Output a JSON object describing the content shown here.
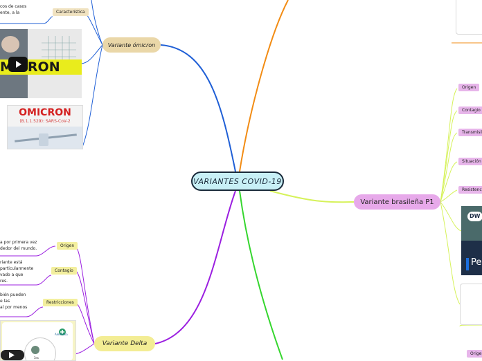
{
  "central": {
    "label": "VARIANTES COVID-19"
  },
  "variants": {
    "omicron": {
      "label": "Variante ómicron",
      "tags": {
        "caracteristica": "Característica"
      },
      "snippet_lines": [
        "cos de casos",
        "ente, a la"
      ],
      "video": {
        "overlay_text": "MICRON"
      },
      "image": {
        "title": "OMICRON",
        "subtitle": "(B.1.1.529): SARS-CoV-2"
      }
    },
    "delta": {
      "label": "Variante Delta",
      "tags": {
        "origen": "Origen",
        "contagio": "Contagio",
        "restricciones": "Restricciones"
      },
      "origen_lines": [
        "a por primera vez",
        "dedor del mundo."
      ],
      "contagio_lines": [
        "riante está",
        "particularmente",
        "vado a que",
        "res."
      ],
      "restricciones_lines": [
        "bién pueden",
        "e las",
        "al por menos"
      ],
      "image": {
        "label": "Alemania",
        "caption": "3ra"
      }
    },
    "brasil": {
      "label": "Variante brasileña P1",
      "tags": {
        "origen": "Origen",
        "contagio": "Contagio",
        "transmisibilidad": "Transmisibi",
        "situacion": "Situación M",
        "resistencia": "Resistencia"
      },
      "video": {
        "logo": "DW",
        "overlay_text": "Pe"
      },
      "bottom_tag": "Origen"
    }
  },
  "colors": {
    "omicron_branch": "#1f5fd6",
    "delta_branch": "#9b1fe0",
    "brasil_branch": "#d6f25a",
    "top_branch": "#f28c14",
    "bottom_branch": "#35d62e",
    "central_fill": "#c8f0f6"
  }
}
